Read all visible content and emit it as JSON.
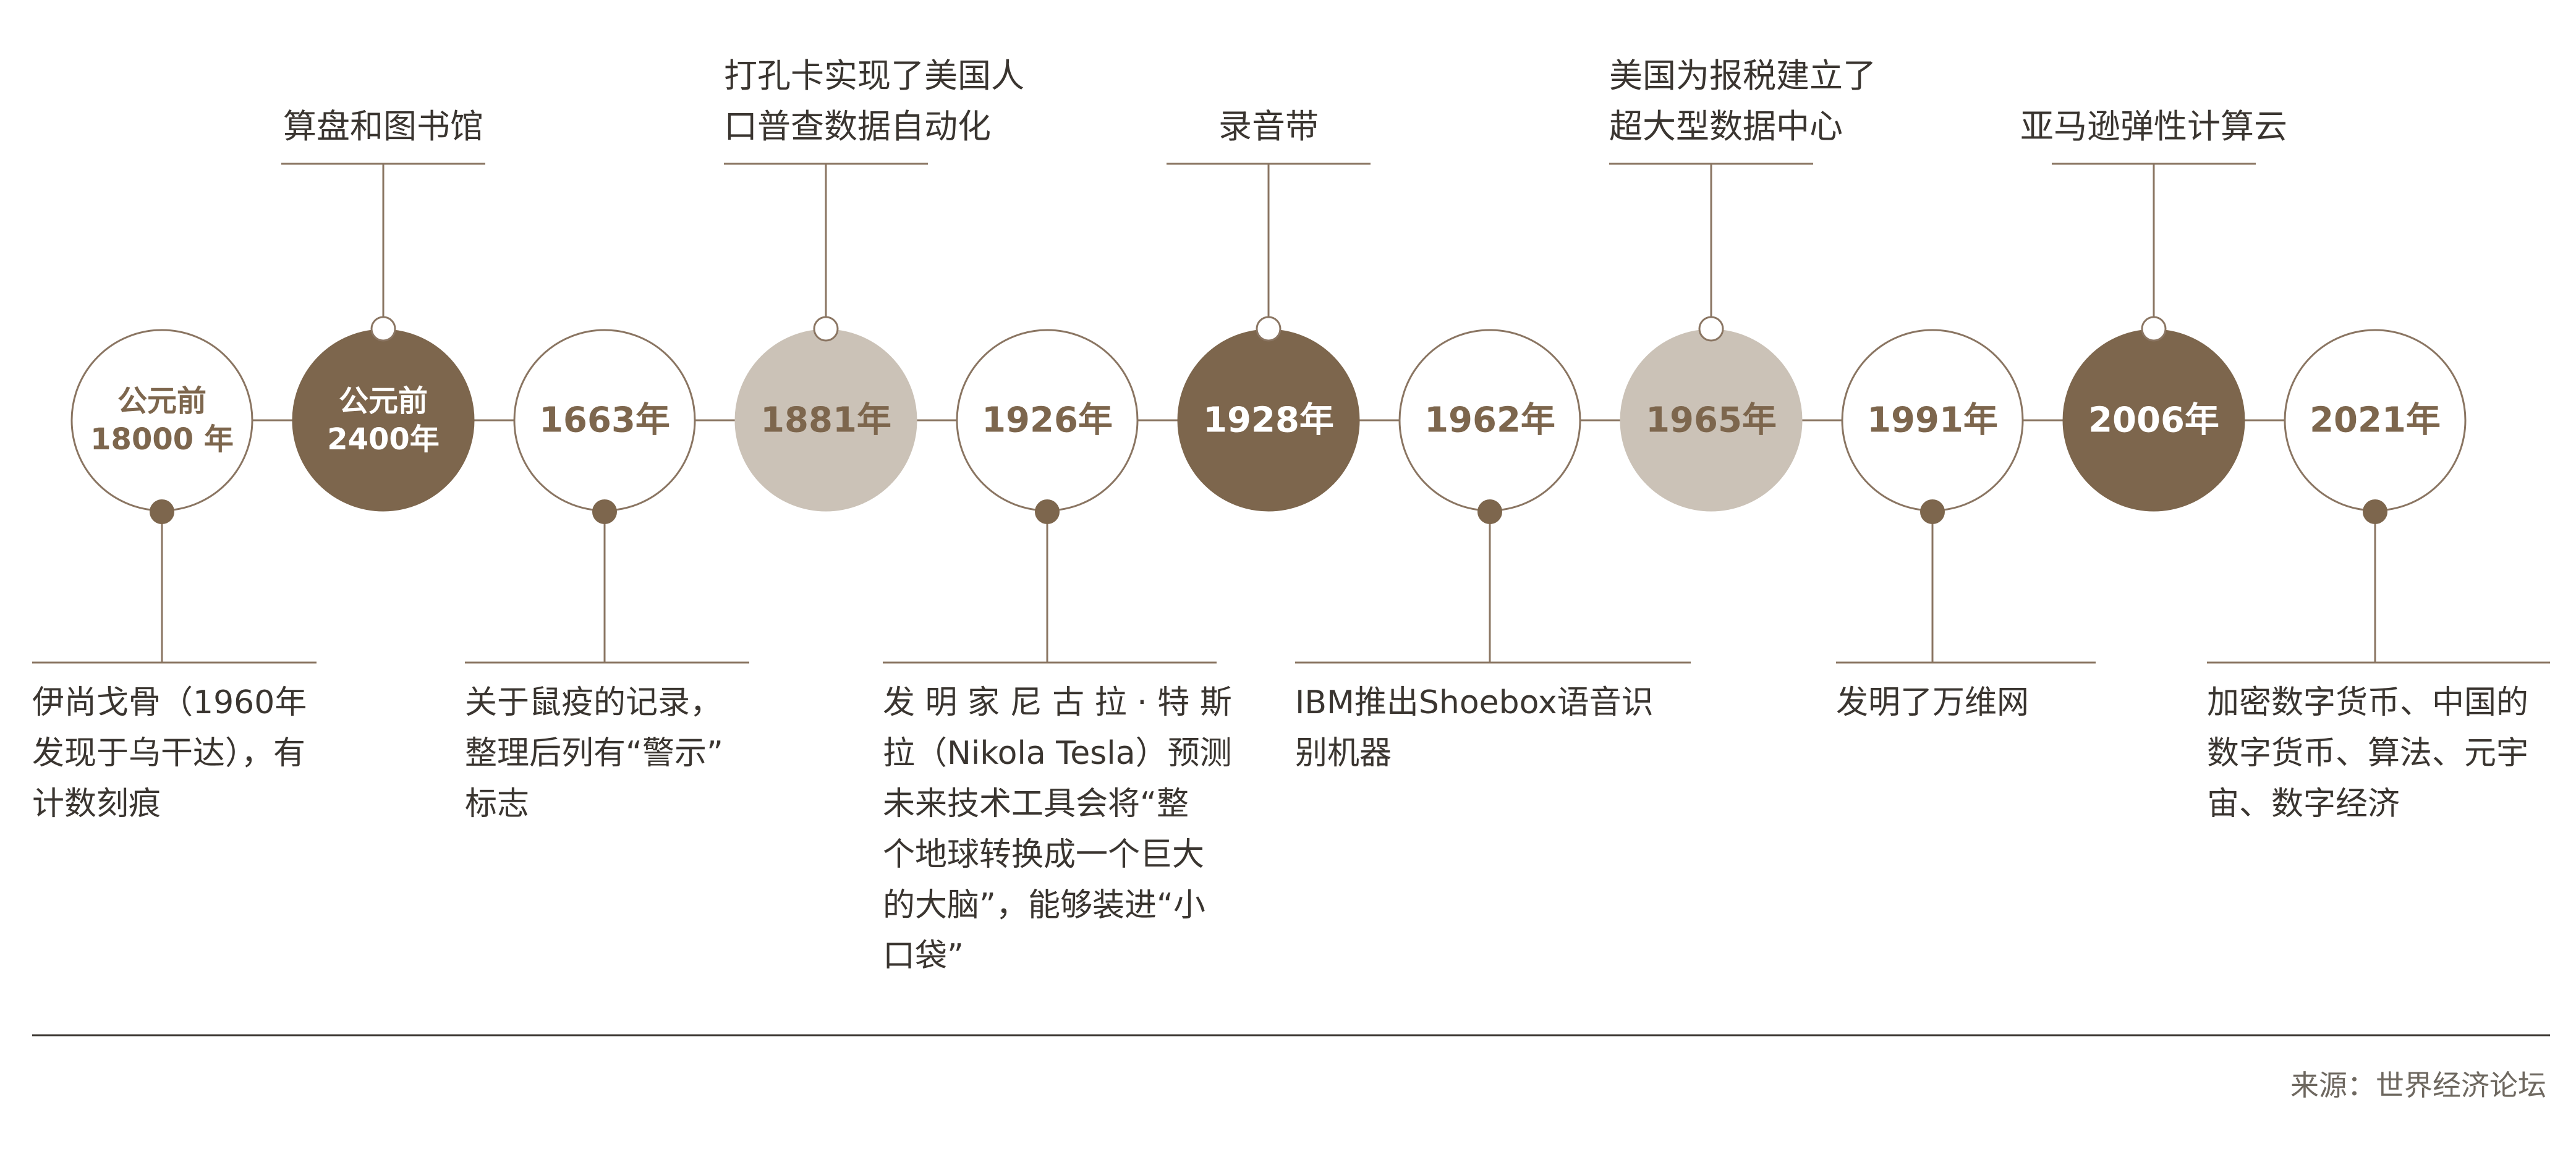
{
  "colors": {
    "dark": "#7d664d",
    "light": "#cbc2b7",
    "outline": "#8a7562",
    "line": "#8a7562",
    "text_dark": "#3a3530",
    "node_text_on_white": "#7d664d",
    "node_text_on_fill": "#ffffff",
    "rule": "#3a3530",
    "source_text": "#6e6860"
  },
  "nodes": [
    {
      "label_lines": [
        "公元前",
        "18000 年"
      ],
      "style": "outline"
    },
    {
      "label_lines": [
        "公元前",
        "2400年"
      ],
      "style": "dark"
    },
    {
      "label_lines": [
        "1663年"
      ],
      "style": "outline"
    },
    {
      "label_lines": [
        "1881年"
      ],
      "style": "light"
    },
    {
      "label_lines": [
        "1926年"
      ],
      "style": "outline"
    },
    {
      "label_lines": [
        "1928年"
      ],
      "style": "dark"
    },
    {
      "label_lines": [
        "1962年"
      ],
      "style": "outline"
    },
    {
      "label_lines": [
        "1965年"
      ],
      "style": "light"
    },
    {
      "label_lines": [
        "1991年"
      ],
      "style": "outline"
    },
    {
      "label_lines": [
        "2006年"
      ],
      "style": "dark"
    },
    {
      "label_lines": [
        "2021年"
      ],
      "style": "outline"
    }
  ],
  "top_events": [
    {
      "node": 1,
      "lines": [
        "算盘和图书馆"
      ]
    },
    {
      "node": 3,
      "lines": [
        "打孔卡实现了美国人",
        "口普查数据自动化"
      ]
    },
    {
      "node": 5,
      "lines": [
        "录音带"
      ]
    },
    {
      "node": 7,
      "lines": [
        "美国为报税建立了",
        "超大型数据中心"
      ]
    },
    {
      "node": 9,
      "lines": [
        "亚马逊弹性计算云"
      ]
    }
  ],
  "bottom_events": [
    {
      "node": 0,
      "lines": [
        "伊尚戈骨（1960年",
        "发现于乌干达），有",
        "计数刻痕"
      ]
    },
    {
      "node": 2,
      "lines": [
        "关于鼠疫的记录，",
        "整理后列有“警示”",
        "标志"
      ]
    },
    {
      "node": 4,
      "lines": [
        "发 明 家 尼 古 拉 · 特 斯",
        "拉（Nikola  Tesla）预测",
        "未来技术工具会将“整",
        "个地球转换成一个巨大",
        "的大脑”，能够装进“小",
        "口袋”"
      ]
    },
    {
      "node": 6,
      "lines": [
        "IBM推出Shoebox语音识",
        "别机器"
      ]
    },
    {
      "node": 8,
      "lines": [
        "发明了万维网"
      ]
    },
    {
      "node": 10,
      "lines": [
        "加密数字货币、中国的",
        "数字货币、算法、元宇",
        "宙、数字经济"
      ]
    }
  ],
  "footer": {
    "source": "来源：世界经济论坛"
  }
}
